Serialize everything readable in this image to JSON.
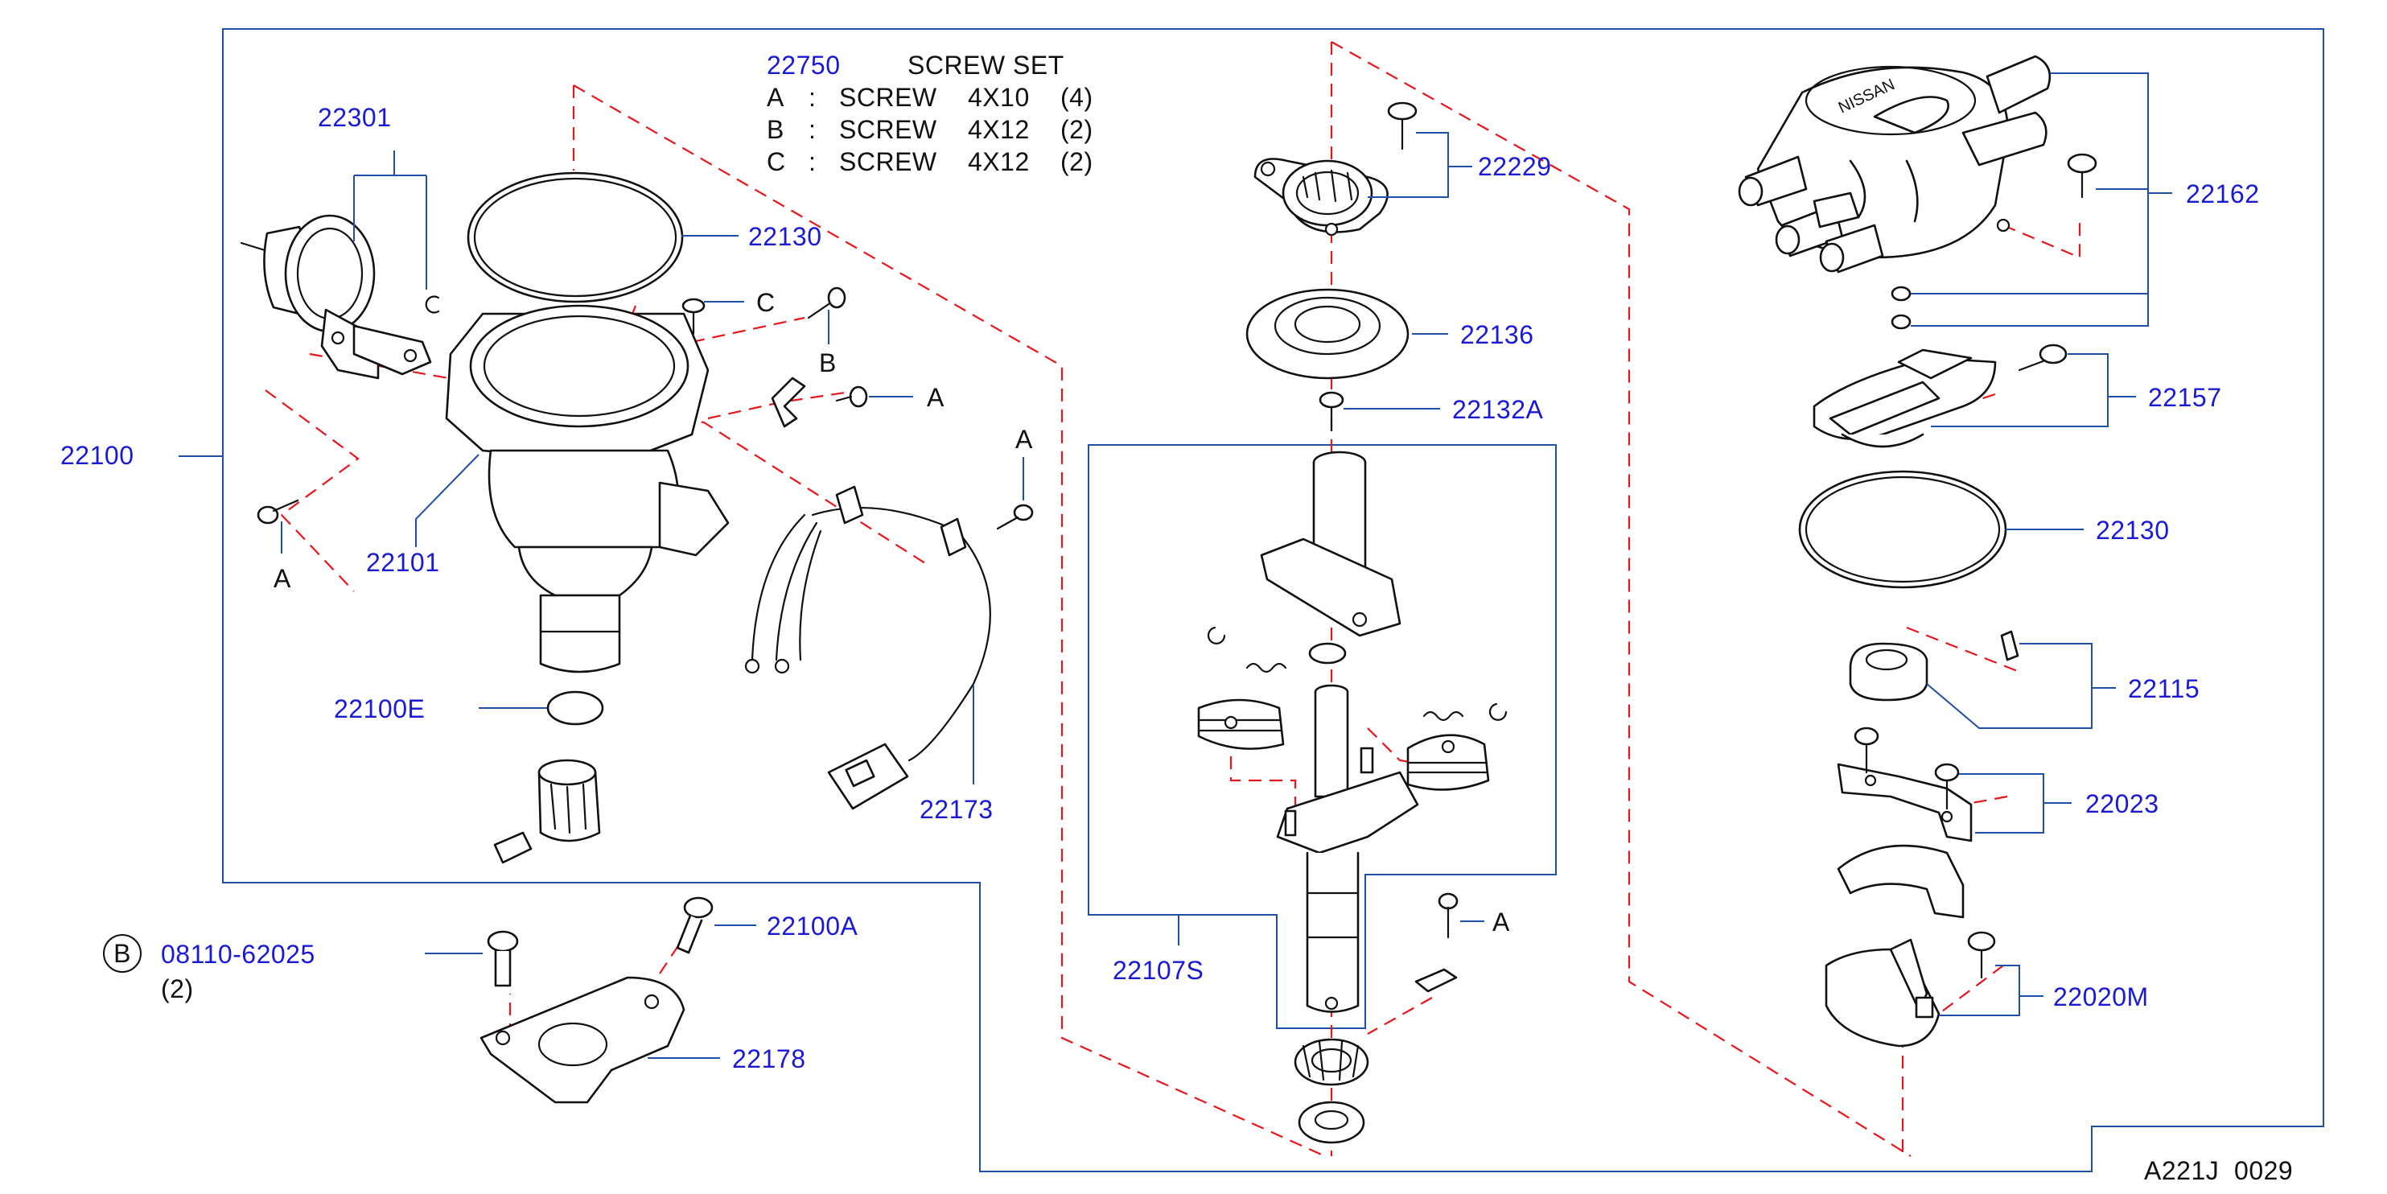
{
  "screw_set": {
    "part_no": "22750",
    "title": "SCREW  SET",
    "rows": [
      {
        "key": "A",
        "sep": ":",
        "name": "SCREW",
        "size": "4X10",
        "qty": "(4)"
      },
      {
        "key": "B",
        "sep": ":",
        "name": "SCREW",
        "size": "4X12",
        "qty": "(2)"
      },
      {
        "key": "C",
        "sep": ":",
        "name": "SCREW",
        "size": "4X12",
        "qty": "(2)"
      }
    ]
  },
  "labels": {
    "p22301": "22301",
    "p22130_top": "22130",
    "p22100": "22100",
    "p22101": "22101",
    "p22100E": "22100E",
    "p22173": "22173",
    "p22229": "22229",
    "p22136": "22136",
    "p22132A": "22132A",
    "p22107S": "22107S",
    "p22162": "22162",
    "p22157": "22157",
    "p22130_right": "22130",
    "p22115": "22115",
    "p22023": "22023",
    "p22020M": "22020M",
    "p22100A": "22100A",
    "p22178": "22178",
    "bolt_part_no": "08110-62025",
    "bolt_qty": "(2)",
    "bolt_marker": "B"
  },
  "screw_keys": {
    "c_top": "C",
    "b_top": "B",
    "a_mid": "A",
    "a_left": "A",
    "a_harness": "A",
    "a_shaft": "A"
  },
  "diagram_code": "A221J  0029",
  "colors": {
    "callout_text": "#1a1ad6",
    "leader_line": "#1f4fa8",
    "assembly_line": "#e8161b",
    "outline": "#111111"
  }
}
